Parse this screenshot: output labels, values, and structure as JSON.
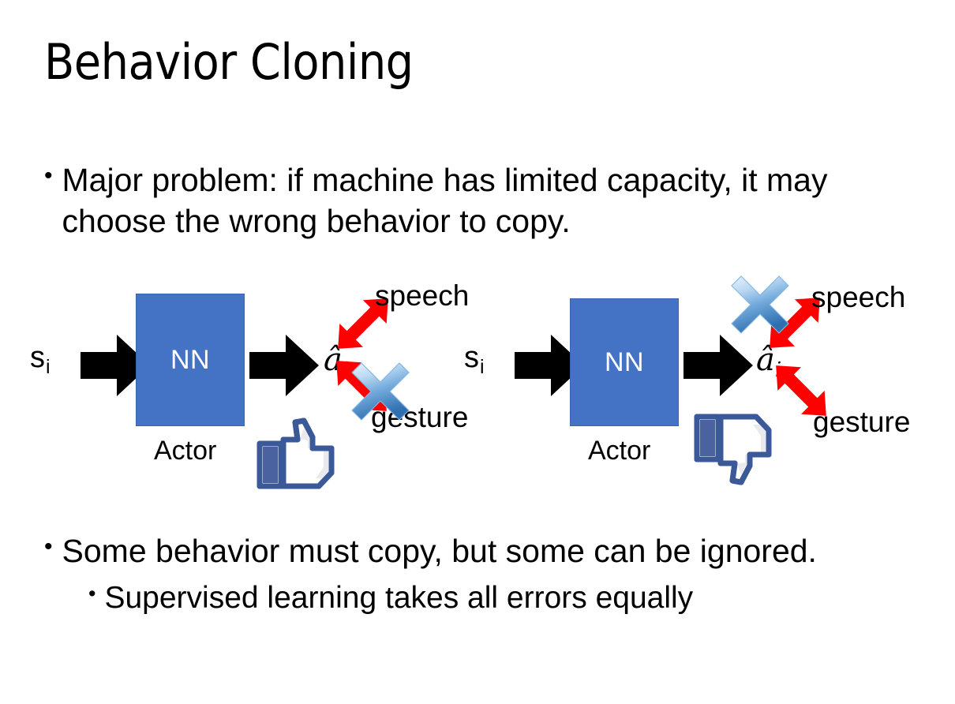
{
  "slide": {
    "title": "Behavior Cloning",
    "background_color": "#FFFFFF"
  },
  "bullets": {
    "top": {
      "marker": "•",
      "text": "Major problem: if machine has limited capacity, it may choose the wrong behavior to copy."
    },
    "bottom_primary": {
      "marker": "•",
      "text": "Some behavior must copy, but some can be ignored."
    },
    "bottom_secondary": {
      "marker": "•",
      "text": "Supervised learning takes all errors equally"
    }
  },
  "diagrams": [
    {
      "id": "left",
      "input_label": "s",
      "input_subscript": "i",
      "box_label": "NN",
      "box_caption": "Actor",
      "output_label": "â",
      "output_subscript": "i",
      "branches": [
        {
          "name": "speech",
          "label": "speech",
          "crossed_out": false
        },
        {
          "name": "gesture",
          "label": "gesture",
          "crossed_out": true
        }
      ],
      "verdict_icon": "thumbs-up",
      "box_color": "#4472C4",
      "arrow_color": "#FF0000"
    },
    {
      "id": "right",
      "input_label": "s",
      "input_subscript": "i",
      "box_label": "NN",
      "box_caption": "Actor",
      "output_label": "â",
      "output_subscript": "i",
      "branches": [
        {
          "name": "speech",
          "label": "speech",
          "crossed_out": true
        },
        {
          "name": "gesture",
          "label": "gesture",
          "crossed_out": false
        }
      ],
      "verdict_icon": "thumbs-down",
      "box_color": "#4472C4",
      "arrow_color": "#FF0000"
    }
  ],
  "colors": {
    "nn_box": "#4472C4",
    "nn_box_border": "#3A64AE",
    "red_arrow": "#FF0000",
    "black_arrow": "#000000",
    "x_blue_light": "#CFE2F7",
    "x_blue_mid": "#6FA8DC",
    "x_blue_dark": "#2E6DA4",
    "thumb_outline": "#3B5998",
    "thumb_fill": "#FFFFFF",
    "thumb_cuff": "#4B62A0",
    "text": "#000000"
  }
}
